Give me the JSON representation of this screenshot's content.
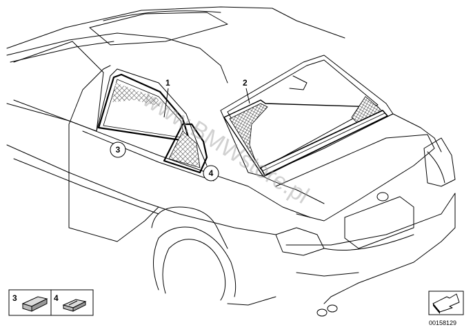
{
  "diagram": {
    "watermark": "www.BMWstore.pl",
    "document_number": "00158129",
    "callouts": [
      {
        "id": "callout-1",
        "label": "1"
      },
      {
        "id": "callout-2",
        "label": "2"
      },
      {
        "id": "callout-3",
        "label": "3"
      },
      {
        "id": "callout-4",
        "label": "4"
      }
    ],
    "legend": [
      {
        "label": "3"
      },
      {
        "label": "4"
      }
    ],
    "colors": {
      "line": "#000000",
      "mesh": "#555555",
      "watermark": "#9a9a9a"
    }
  }
}
